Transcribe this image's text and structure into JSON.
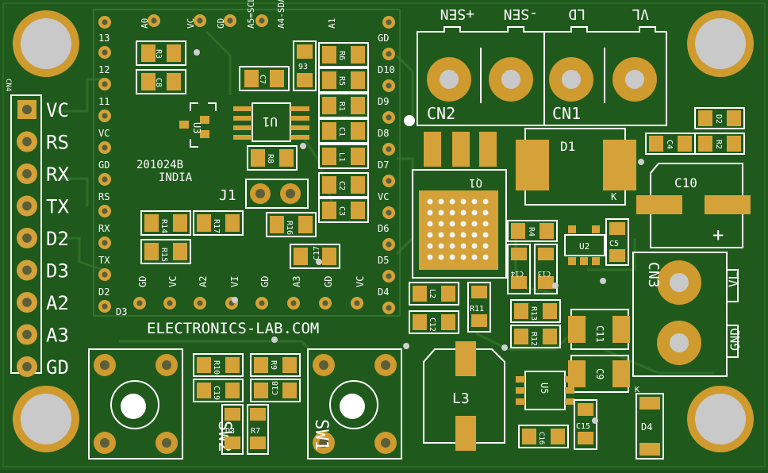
{
  "board": {
    "bg_color": "#1f5a1c",
    "silk_color": "#ffffff",
    "copper_color": "#d4a238",
    "website": "ELECTRONICS-LAB.COM",
    "code": "201024B",
    "country": "INDIA"
  },
  "cn4": {
    "label": "CN4",
    "pins": [
      "VC",
      "RS",
      "RX",
      "TX",
      "D2",
      "D3",
      "A2",
      "A3",
      "GD"
    ]
  },
  "module_left_pins": [
    "13",
    "12",
    "11",
    "VC",
    "GD",
    "RS",
    "RX",
    "TX",
    "D2"
  ],
  "module_right_pins": [
    "GD",
    "D10",
    "D9",
    "D8",
    "D7",
    "VC",
    "D6",
    "D5",
    "D4"
  ],
  "module_top_pins": [
    "A0",
    "VC",
    "GD",
    "A5=SCL",
    "A4-SDA",
    "A1"
  ],
  "module_bottom_pins": [
    "D3",
    "GD",
    "VC",
    "A2",
    "VI",
    "GD",
    "A3",
    "GD",
    "VC"
  ],
  "terminals": {
    "top_labels": [
      "+SEN",
      "-SEN",
      "LD",
      "VL"
    ],
    "cn1": "CN1",
    "cn2": "CN2",
    "cn3": "CN3",
    "cn3_labels": [
      "VL",
      "GND"
    ]
  },
  "components": {
    "r3": "R3",
    "c8": "C8",
    "c7": "C7",
    "r6": "R6",
    "r5": "R5",
    "r1": "R1",
    "c1": "C1",
    "l1": "L1",
    "c2": "C2",
    "c3": "C3",
    "r8": "R8",
    "r16": "R16",
    "c17": "C17",
    "r14": "R14",
    "r17": "R17",
    "r15": "R15",
    "u1": "U1",
    "u3": "U3",
    "j1": "J1",
    "q1": "Q1",
    "d1": "D1",
    "k": "K",
    "c10": "C10",
    "plus": "+",
    "c4": "C4",
    "d2": "D2",
    "r2": "R2",
    "r4": "R4",
    "u2": "U2",
    "c5": "C5",
    "c14": "C14",
    "c13": "C13",
    "l2": "L2",
    "c12": "C12",
    "r11": "R11",
    "r13": "R13",
    "r12": "R12",
    "c11": "C11",
    "c9": "C9",
    "l3": "L3",
    "u5": "U5",
    "c16": "C16",
    "c15": "C15",
    "d4": "D4",
    "r10": "R10",
    "r9": "R9",
    "c19": "C19",
    "c18": "C18",
    "d3": "D3",
    "r7": "R7",
    "sw1": "SW1",
    "sw2": "SW2",
    "r93": "93"
  }
}
